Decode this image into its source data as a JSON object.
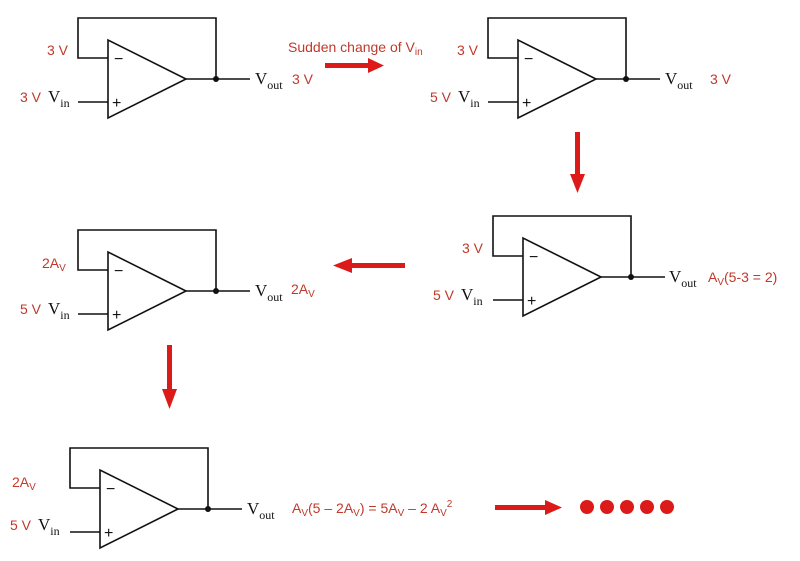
{
  "colors": {
    "annotation": "#c0392b",
    "arrow": "#dd1a1a",
    "wire": "#111111"
  },
  "symbols": {
    "v": "V",
    "out": "out",
    "in": "in",
    "minus": "−",
    "plus": "+"
  },
  "transition_label": {
    "text": "Sudden change of V",
    "sub": "in"
  },
  "stages": [
    {
      "minus_label": "3 V",
      "in_label": "3 V",
      "out_label": "3 V"
    },
    {
      "minus_label": "3 V",
      "in_label": "5 V",
      "out_label": "3 V"
    },
    {
      "minus_label": "3 V",
      "in_label": "5 V",
      "out_pre": "A",
      "out_sub": "V",
      "out_post": "(5-3 = 2)"
    },
    {
      "minus_pre": "2A",
      "minus_sub": "V",
      "in_label": "5 V",
      "out_pre": "2A",
      "out_sub": "V"
    },
    {
      "minus_pre": "2A",
      "minus_sub": "V",
      "in_label": "5 V",
      "eq": {
        "a": "A",
        "a_sub": "V",
        "b": "(5 – 2A",
        "b_sub": "V",
        "c": ") = 5A",
        "c_sub": "V",
        "d": " – 2 A",
        "d_sub": "V",
        "d_sup": "2"
      }
    }
  ],
  "continuation": {
    "dot_count": 5,
    "icon": "ellipsis-dots-icon"
  },
  "arrows": [
    "right",
    "down",
    "left",
    "down",
    "right"
  ]
}
